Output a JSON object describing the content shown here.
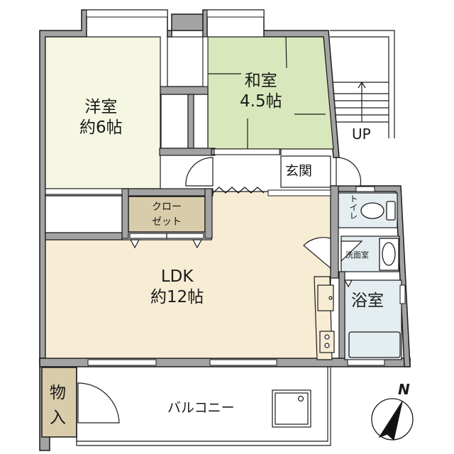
{
  "floor_plan": {
    "rooms": [
      {
        "id": "western-room",
        "name": "洋室",
        "size": "約6帖",
        "color": "#f6f7e3"
      },
      {
        "id": "japanese-room",
        "name": "和室",
        "size": "4.5帖",
        "color": "#d9e8bc"
      },
      {
        "id": "ldk",
        "name": "LDK",
        "size": "約12帖",
        "color": "#f7ecd4"
      },
      {
        "id": "entrance",
        "name": "玄関"
      },
      {
        "id": "closet",
        "name_line1": "クロー",
        "name_line2": "ゼット",
        "color": "#d8ccaa"
      },
      {
        "id": "toilet",
        "name": "トイレ",
        "color": "#e4edf0"
      },
      {
        "id": "washroom",
        "name": "洗面室",
        "color": "#e4edf0"
      },
      {
        "id": "bathroom",
        "name": "浴室",
        "color": "#e4edf0"
      },
      {
        "id": "storage",
        "name_line1": "物",
        "name_line2": "入",
        "color": "#d8ccaa"
      },
      {
        "id": "balcony",
        "name": "バルコニー"
      }
    ],
    "stairs": {
      "label": "UP"
    },
    "compass": {
      "label": "N"
    },
    "colors": {
      "wall": "#a3a3a3",
      "line": "#1a1a1a"
    }
  }
}
